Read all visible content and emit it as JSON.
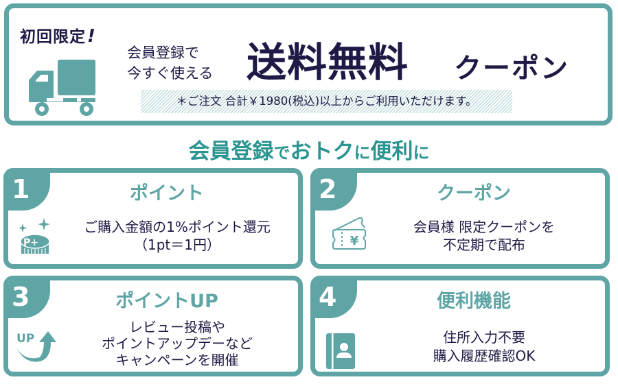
{
  "banner": {
    "limited_label": "初回限定",
    "limited_exclaim": "!",
    "lead_line1": "会員登録で",
    "lead_line2": "今すぐ使える",
    "headline": "送料無料",
    "headline_suffix": "クーポン",
    "note": "＊ご注文 合計￥1980(税込)以上からご利用いただけます。",
    "icon": "truck-icon"
  },
  "section": {
    "title_parts": [
      "会員登録",
      "で",
      "お",
      "トク",
      "に",
      "便利",
      "に"
    ]
  },
  "colors": {
    "teal": "#5fa5a5",
    "heading_teal": "#2a9490",
    "navy_text": "#1d1a45",
    "note_stripe": "#c7e0e0"
  },
  "cards": [
    {
      "number": "1",
      "title": "ポイント",
      "lines": [
        "ご購入金額の1%ポイント還元",
        "（1pt＝1円）"
      ],
      "icon": "point-coin-icon",
      "icon_text": "P+"
    },
    {
      "number": "2",
      "title": "クーポン",
      "lines": [
        "会員様 限定クーポンを",
        "不定期で配布"
      ],
      "icon": "yen-ticket-icon",
      "icon_text": "¥"
    },
    {
      "number": "3",
      "title": "ポイントUP",
      "lines": [
        "レビュー投稿や",
        "ポイントアップデーなど",
        "キャンペーンを開催"
      ],
      "icon": "up-arrow-icon",
      "icon_text": "UP"
    },
    {
      "number": "4",
      "title": "便利機能",
      "lines": [
        "住所入力不要",
        "購入履歴確認OK"
      ],
      "icon": "address-book-icon"
    }
  ]
}
